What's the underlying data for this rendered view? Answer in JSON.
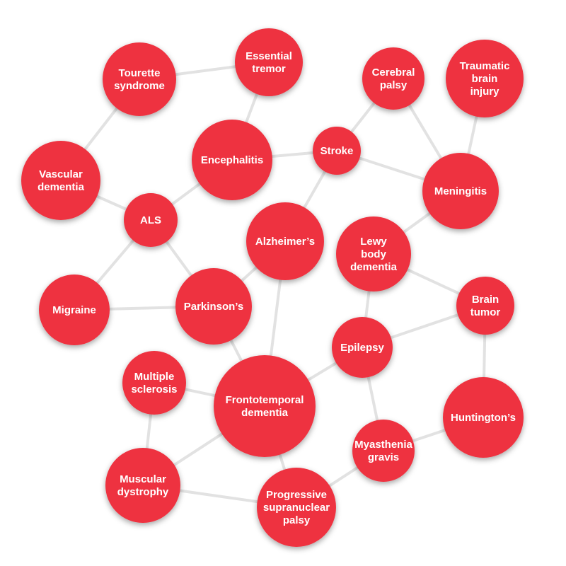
{
  "diagram": {
    "node_color": "#ee3340",
    "edge_color": "#e2e2e2",
    "label_color": "#ffffff",
    "nodes": [
      {
        "id": "tourette",
        "lines": [
          "Tourette",
          "syndrome"
        ]
      },
      {
        "id": "essential-tremor",
        "lines": [
          "Essential",
          "tremor"
        ]
      },
      {
        "id": "cerebral-palsy",
        "lines": [
          "Cerebral",
          "palsy"
        ]
      },
      {
        "id": "traumatic-brain-injury",
        "lines": [
          "Traumatic",
          "brain",
          "injury"
        ]
      },
      {
        "id": "encephalitis",
        "lines": [
          "Encephalitis"
        ]
      },
      {
        "id": "stroke",
        "lines": [
          "Stroke"
        ]
      },
      {
        "id": "vascular-dementia",
        "lines": [
          "Vascular",
          "dementia"
        ]
      },
      {
        "id": "meningitis",
        "lines": [
          "Meningitis"
        ]
      },
      {
        "id": "als",
        "lines": [
          "ALS"
        ]
      },
      {
        "id": "alzheimers",
        "lines": [
          "Alzheimer’s"
        ]
      },
      {
        "id": "lewy-body-dementia",
        "lines": [
          "Lewy",
          "body",
          "dementia"
        ]
      },
      {
        "id": "migraine",
        "lines": [
          "Migraine"
        ]
      },
      {
        "id": "parkinsons",
        "lines": [
          "Parkinson’s"
        ]
      },
      {
        "id": "brain-tumor",
        "lines": [
          "Brain",
          "tumor"
        ]
      },
      {
        "id": "epilepsy",
        "lines": [
          "Epilepsy"
        ]
      },
      {
        "id": "multiple-sclerosis",
        "lines": [
          "Multiple",
          "sclerosis"
        ]
      },
      {
        "id": "frontotemporal-dementia",
        "lines": [
          "Frontotemporal",
          "dementia"
        ]
      },
      {
        "id": "huntingtons",
        "lines": [
          "Huntington’s"
        ]
      },
      {
        "id": "myasthenia-gravis",
        "lines": [
          "Myasthenia",
          "gravis"
        ]
      },
      {
        "id": "muscular-dystrophy",
        "lines": [
          "Muscular",
          "dystrophy"
        ]
      },
      {
        "id": "progressive-supranuclear-palsy",
        "lines": [
          "Progressive",
          "supranuclear",
          "palsy"
        ]
      }
    ],
    "edges": [
      [
        "tourette",
        "essential-tremor"
      ],
      [
        "tourette",
        "vascular-dementia"
      ],
      [
        "essential-tremor",
        "encephalitis"
      ],
      [
        "encephalitis",
        "stroke"
      ],
      [
        "encephalitis",
        "als"
      ],
      [
        "stroke",
        "cerebral-palsy"
      ],
      [
        "stroke",
        "meningitis"
      ],
      [
        "stroke",
        "alzheimers"
      ],
      [
        "cerebral-palsy",
        "meningitis"
      ],
      [
        "traumatic-brain-injury",
        "meningitis"
      ],
      [
        "meningitis",
        "lewy-body-dementia"
      ],
      [
        "vascular-dementia",
        "als"
      ],
      [
        "als",
        "migraine"
      ],
      [
        "als",
        "parkinsons"
      ],
      [
        "migraine",
        "parkinsons"
      ],
      [
        "parkinsons",
        "alzheimers"
      ],
      [
        "parkinsons",
        "frontotemporal-dementia"
      ],
      [
        "alzheimers",
        "frontotemporal-dementia"
      ],
      [
        "lewy-body-dementia",
        "brain-tumor"
      ],
      [
        "lewy-body-dementia",
        "epilepsy"
      ],
      [
        "brain-tumor",
        "epilepsy"
      ],
      [
        "brain-tumor",
        "huntingtons"
      ],
      [
        "epilepsy",
        "frontotemporal-dementia"
      ],
      [
        "epilepsy",
        "myasthenia-gravis"
      ],
      [
        "multiple-sclerosis",
        "frontotemporal-dementia"
      ],
      [
        "multiple-sclerosis",
        "muscular-dystrophy"
      ],
      [
        "frontotemporal-dementia",
        "muscular-dystrophy"
      ],
      [
        "frontotemporal-dementia",
        "progressive-supranuclear-palsy"
      ],
      [
        "huntingtons",
        "myasthenia-gravis"
      ],
      [
        "myasthenia-gravis",
        "progressive-supranuclear-palsy"
      ],
      [
        "muscular-dystrophy",
        "progressive-supranuclear-palsy"
      ]
    ]
  }
}
